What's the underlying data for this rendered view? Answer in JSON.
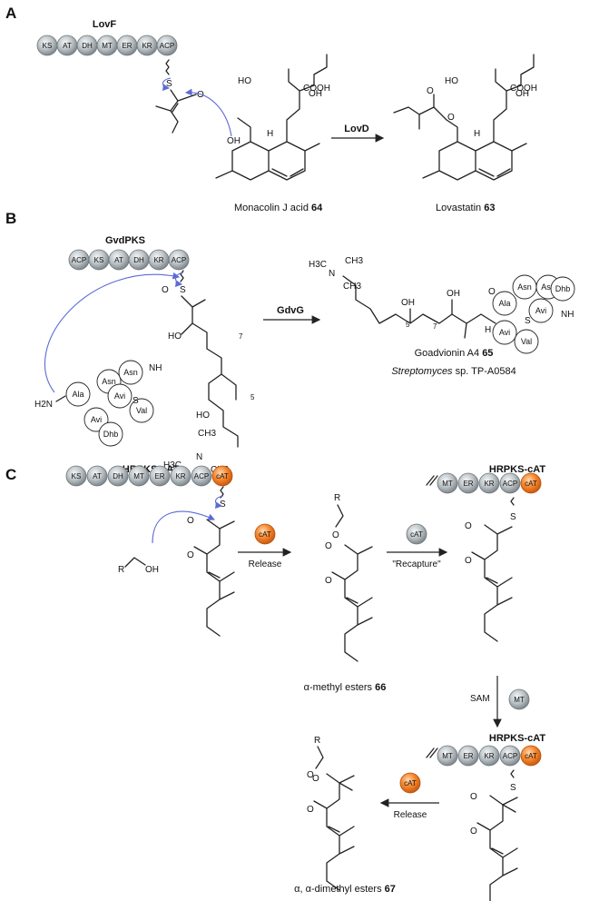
{
  "colors": {
    "domain_grey": "#a9b0b4",
    "domain_orange": "#f07a22",
    "curved_arrow": "#5b6bd6"
  },
  "panelA": {
    "letter": "A",
    "enzyme": "LovF",
    "domains": [
      "KS",
      "AT",
      "DH",
      "MT",
      "ER",
      "KR",
      "ACP"
    ],
    "S": "S",
    "O": "O",
    "OH": "OH",
    "HO": "HO",
    "COOH": "COOH",
    "H": "H",
    "arrow_label": "LovD",
    "reactant_name": "Monacolin J acid",
    "reactant_num": "64",
    "product_name": "Lovastatin",
    "product_num": "63"
  },
  "panelB": {
    "letter": "B",
    "enzyme": "GvdPKS",
    "domains": [
      "ACP",
      "KS",
      "AT",
      "DH",
      "KR",
      "ACP"
    ],
    "S": "S",
    "O": "O",
    "HO": "HO",
    "OH": "OH",
    "H2N": "H2N",
    "NH": "NH",
    "H": "H",
    "N": "N",
    "H3C": "H3C",
    "CH3": "CH3",
    "repeat7": "7",
    "repeat5": "5",
    "peptide": [
      "Ala",
      "Avi",
      "Asn",
      "Asn",
      "Avi",
      "Val",
      "Dhb"
    ],
    "arrow_label": "GdvG",
    "product_name": "Goadvionin A4",
    "product_num": "65",
    "organism_italic": "Streptomyces",
    "organism_rest": "sp. TP-A0584"
  },
  "panelC": {
    "letter": "C",
    "enzyme": "HRPKS-cAT",
    "domains_full": [
      "KS",
      "AT",
      "DH",
      "MT",
      "ER",
      "KR",
      "ACP",
      "cAT"
    ],
    "domains_partial": [
      "MT",
      "ER",
      "KR",
      "ACP",
      "cAT"
    ],
    "R": "R",
    "OH": "OH",
    "O": "O",
    "S": "S",
    "cat": "cAT",
    "mt": "MT",
    "release": "Release",
    "recapture": "\"Recapture\"",
    "sam": "SAM",
    "ester66_name": "α-methyl esters",
    "ester66_num": "66",
    "ester67_name": "α, α-dimethyl esters",
    "ester67_num": "67"
  }
}
